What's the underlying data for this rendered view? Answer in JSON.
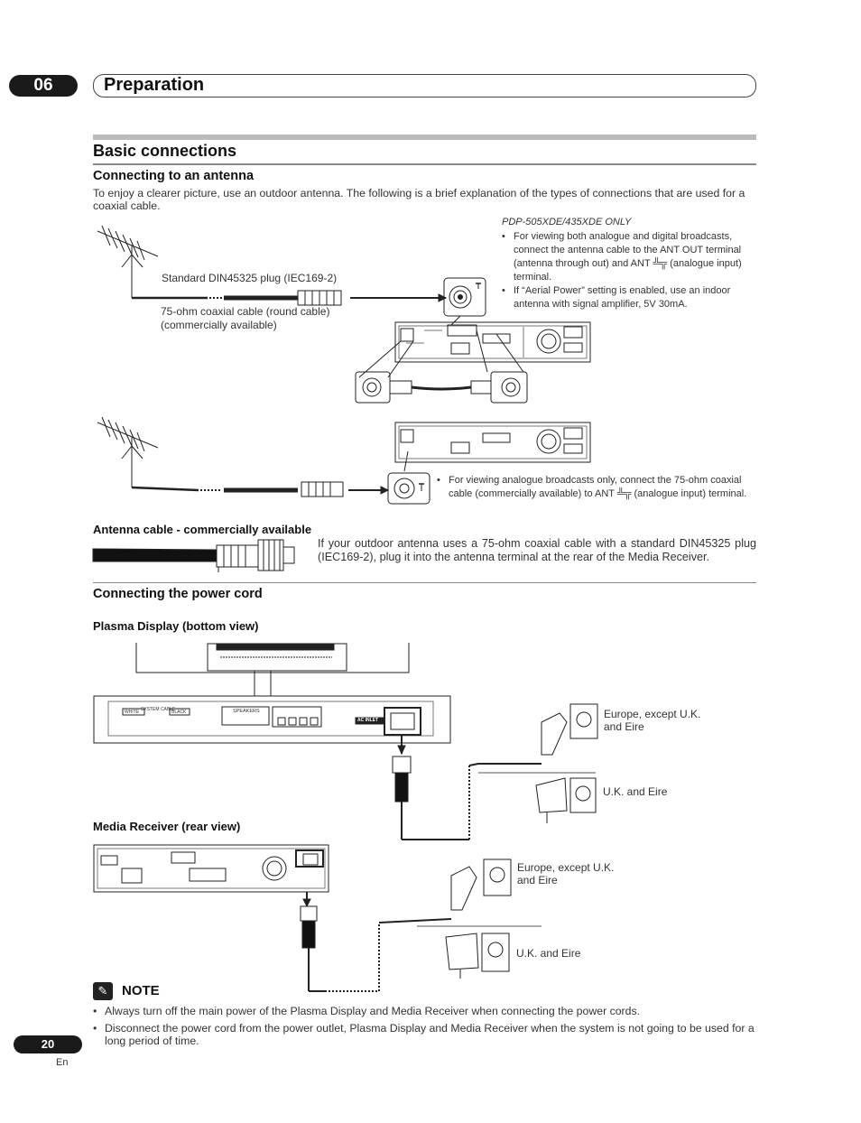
{
  "chapter": {
    "number": "06",
    "title": "Preparation"
  },
  "section": {
    "title": "Basic connections"
  },
  "antenna": {
    "heading": "Connecting to an antenna",
    "intro": "To enjoy a clearer picture, use an outdoor antenna. The following is a brief explanation of the types of connections that are used for a coaxial cable.",
    "plug_label": "Standard DIN45325 plug (IEC169-2)",
    "cable_label_1": "75-ohm coaxial cable (round cable)",
    "cable_label_2": "(commercially available)",
    "model_note": "PDP-505XDE/435XDE ONLY",
    "bullet_1": "For viewing both analogue and digital broadcasts, connect the antenna cable to the ANT OUT terminal (antenna through out) and ANT ╩╦ (analogue input) terminal.",
    "bullet_2": "If “Aerial Power” setting is enabled, use an indoor antenna with signal amplifier, 5V 30mA.",
    "bullet_3": "For viewing analogue broadcasts only, connect the 75-ohm coaxial cable (commercially available) to ANT ╩╦ (analogue input) terminal.",
    "cable_heading": "Antenna cable - commercially available",
    "cable_text": "If your outdoor antenna uses a 75-ohm coaxial cable with a standard DIN45325 plug (IEC169-2), plug it into the antenna terminal at the rear of the Media Receiver."
  },
  "power": {
    "heading": "Connecting the power cord",
    "plasma_heading": "Plasma Display (bottom view)",
    "receiver_heading": "Media Receiver (rear view)",
    "europe_label": "Europe, except U.K. and Eire",
    "uk_label": "U.K. and Eire",
    "panel_speakers": "SPEAKERS",
    "panel_ac_inlet": "AC INLET",
    "panel_system_cable": "SYSTEM CABLE",
    "panel_white": "WHITE",
    "panel_black": "BLACK"
  },
  "note": {
    "title": "NOTE",
    "items": [
      "Always turn off the main power of the Plasma Display and Media Receiver when connecting the power cords.",
      "Disconnect the power cord from the power outlet, Plasma Display and Media Receiver when the system is not going to be used for a long period of time."
    ]
  },
  "footer": {
    "page": "20",
    "lang": "En"
  }
}
